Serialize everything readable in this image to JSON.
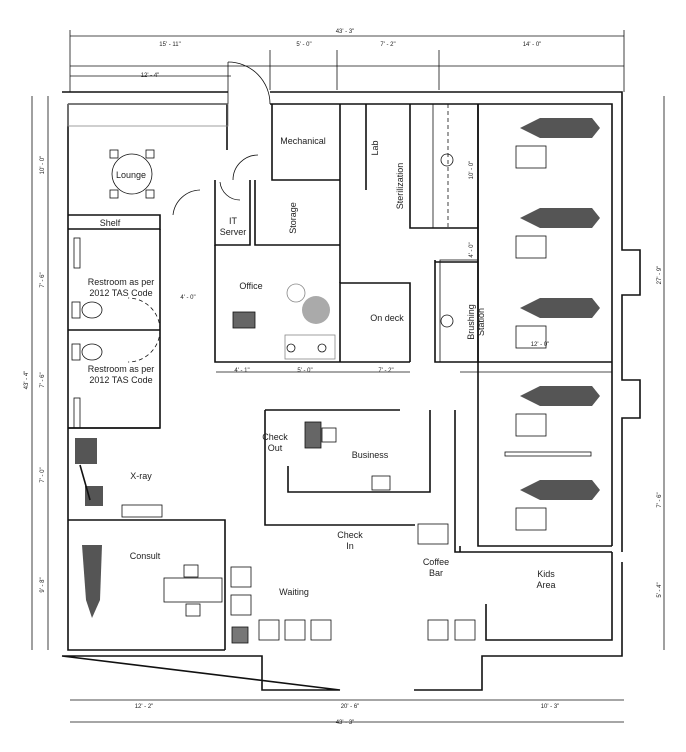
{
  "rooms": {
    "lounge": "Lounge",
    "shelf": "Shelf",
    "mechanical": "Mechanical",
    "lab": "Lab",
    "sterilization": "Sterilization",
    "it_server_1": "IT",
    "it_server_2": "Server",
    "storage": "Storage",
    "office": "Office",
    "on_deck": "On deck",
    "brushing_1": "Brushing",
    "brushing_2": "Station",
    "restroom1_1": "Restroom as per",
    "restroom1_2": "2012 TAS Code",
    "restroom2_1": "Restroom as per",
    "restroom2_2": "2012 TAS Code",
    "xray": "X-ray",
    "consult": "Consult",
    "checkout_1": "Check",
    "checkout_2": "Out",
    "business": "Business",
    "checkin_1": "Check",
    "checkin_2": "In",
    "coffee_1": "Coffee",
    "coffee_2": "Bar",
    "waiting": "Waiting",
    "kids_1": "Kids",
    "kids_2": "Area"
  },
  "dimensions": {
    "top_total": "43' - 3\"",
    "top_1": "15' - 11\"",
    "top_2": "5' - 0\"",
    "top_3": "7' - 2\"",
    "top_4": "14' - 0\"",
    "top_lounge": "12' - 4\"",
    "left_total": "43' - 4\"",
    "left_1": "10' - 0\"",
    "left_2": "7' - 6\"",
    "left_3": "7' - 6\"",
    "left_4": "7' - 0\"",
    "left_5": "9' - 8\"",
    "right_1": "27' - 9\"",
    "right_2": "7' - 6\"",
    "right_3": "5' - 4\"",
    "bottom_total": "43' - 3\"",
    "bottom_1": "12' - 2\"",
    "bottom_2": "20' - 6\"",
    "bottom_3": "10' - 3\"",
    "corridor": "4' - 0\"",
    "office_1": "4' - 1\"",
    "office_2": "5' - 0\"",
    "ondeck": "7' - 2\"",
    "operatory_width": "12' - 0\"",
    "steril_len": "10' - 0\"",
    "gap": "4' - 0\""
  }
}
